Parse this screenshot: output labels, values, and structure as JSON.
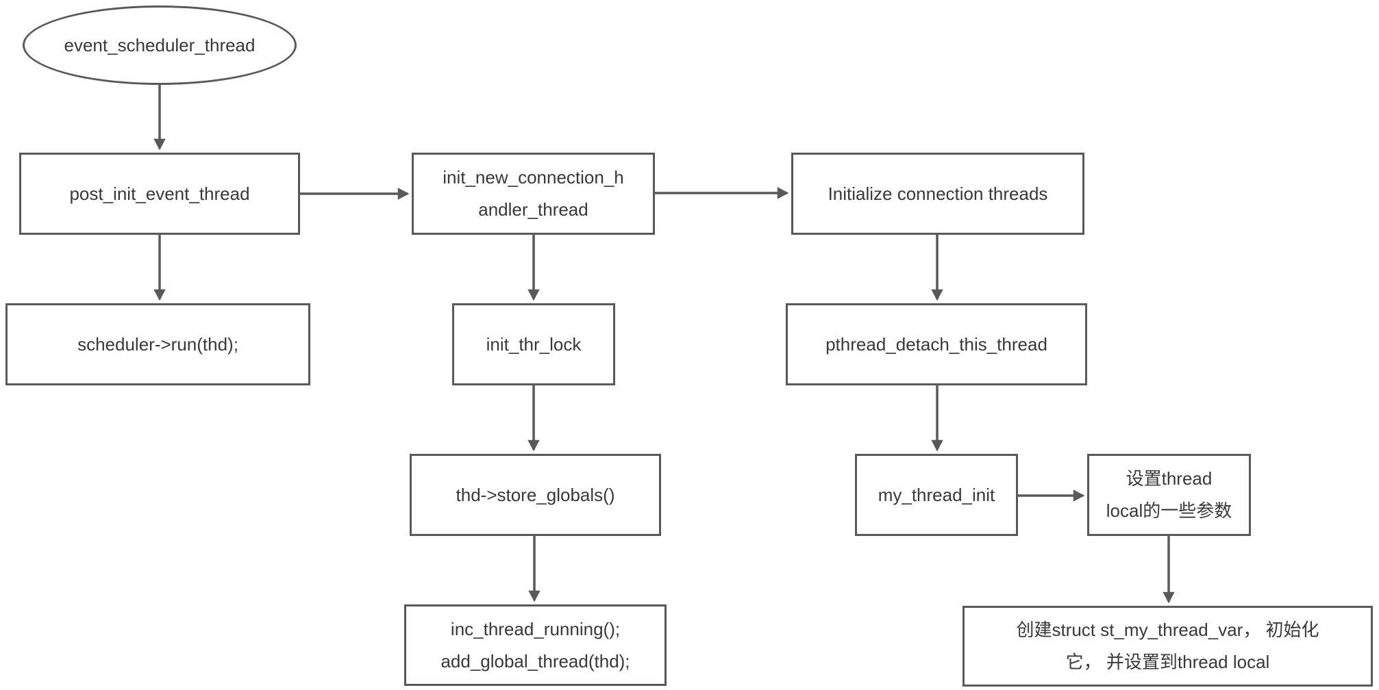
{
  "diagram": {
    "title": "mysql thread initialization flowchart",
    "colors": {
      "background": "#ffffff",
      "node_fill": "#ffffff",
      "node_border": "#595959",
      "connector": "#595959",
      "text": "#383838"
    },
    "nodes": {
      "start": {
        "shape": "ellipse",
        "lines": [
          "event_scheduler_thread"
        ]
      },
      "post_init": {
        "shape": "rect",
        "lines": [
          "post_init_event_thread"
        ]
      },
      "scheduler_run": {
        "shape": "rect",
        "lines": [
          "scheduler->run(thd);"
        ]
      },
      "init_new_conn": {
        "shape": "rect",
        "lines": [
          "init_new_connection_h",
          "andler_thread"
        ]
      },
      "init_thr_lock": {
        "shape": "rect",
        "lines": [
          "init_thr_lock"
        ]
      },
      "store_globals": {
        "shape": "rect",
        "lines": [
          "thd->store_globals()"
        ]
      },
      "inc_thread": {
        "shape": "rect",
        "lines": [
          "inc_thread_running();",
          "add_global_thread(thd);"
        ]
      },
      "init_conn_threads": {
        "shape": "rect",
        "lines": [
          "Initialize connection threads"
        ]
      },
      "pthread_detach": {
        "shape": "rect",
        "lines": [
          "pthread_detach_this_thread"
        ]
      },
      "my_thread_init": {
        "shape": "rect",
        "lines": [
          "my_thread_init"
        ]
      },
      "set_thread_local": {
        "shape": "rect",
        "lines": [
          "设置thread",
          "local的一些参数"
        ]
      },
      "create_struct": {
        "shape": "rect",
        "lines": [
          "创建struct st_my_thread_var， 初始化",
          "它， 并设置到thread local"
        ]
      }
    },
    "edges": [
      {
        "from": "start",
        "to": "post_init"
      },
      {
        "from": "post_init",
        "to": "scheduler_run"
      },
      {
        "from": "post_init",
        "to": "init_new_conn"
      },
      {
        "from": "init_new_conn",
        "to": "init_conn_threads"
      },
      {
        "from": "init_new_conn",
        "to": "init_thr_lock"
      },
      {
        "from": "init_thr_lock",
        "to": "store_globals"
      },
      {
        "from": "store_globals",
        "to": "inc_thread"
      },
      {
        "from": "init_conn_threads",
        "to": "pthread_detach"
      },
      {
        "from": "pthread_detach",
        "to": "my_thread_init"
      },
      {
        "from": "my_thread_init",
        "to": "set_thread_local"
      },
      {
        "from": "set_thread_local",
        "to": "create_struct"
      }
    ]
  }
}
